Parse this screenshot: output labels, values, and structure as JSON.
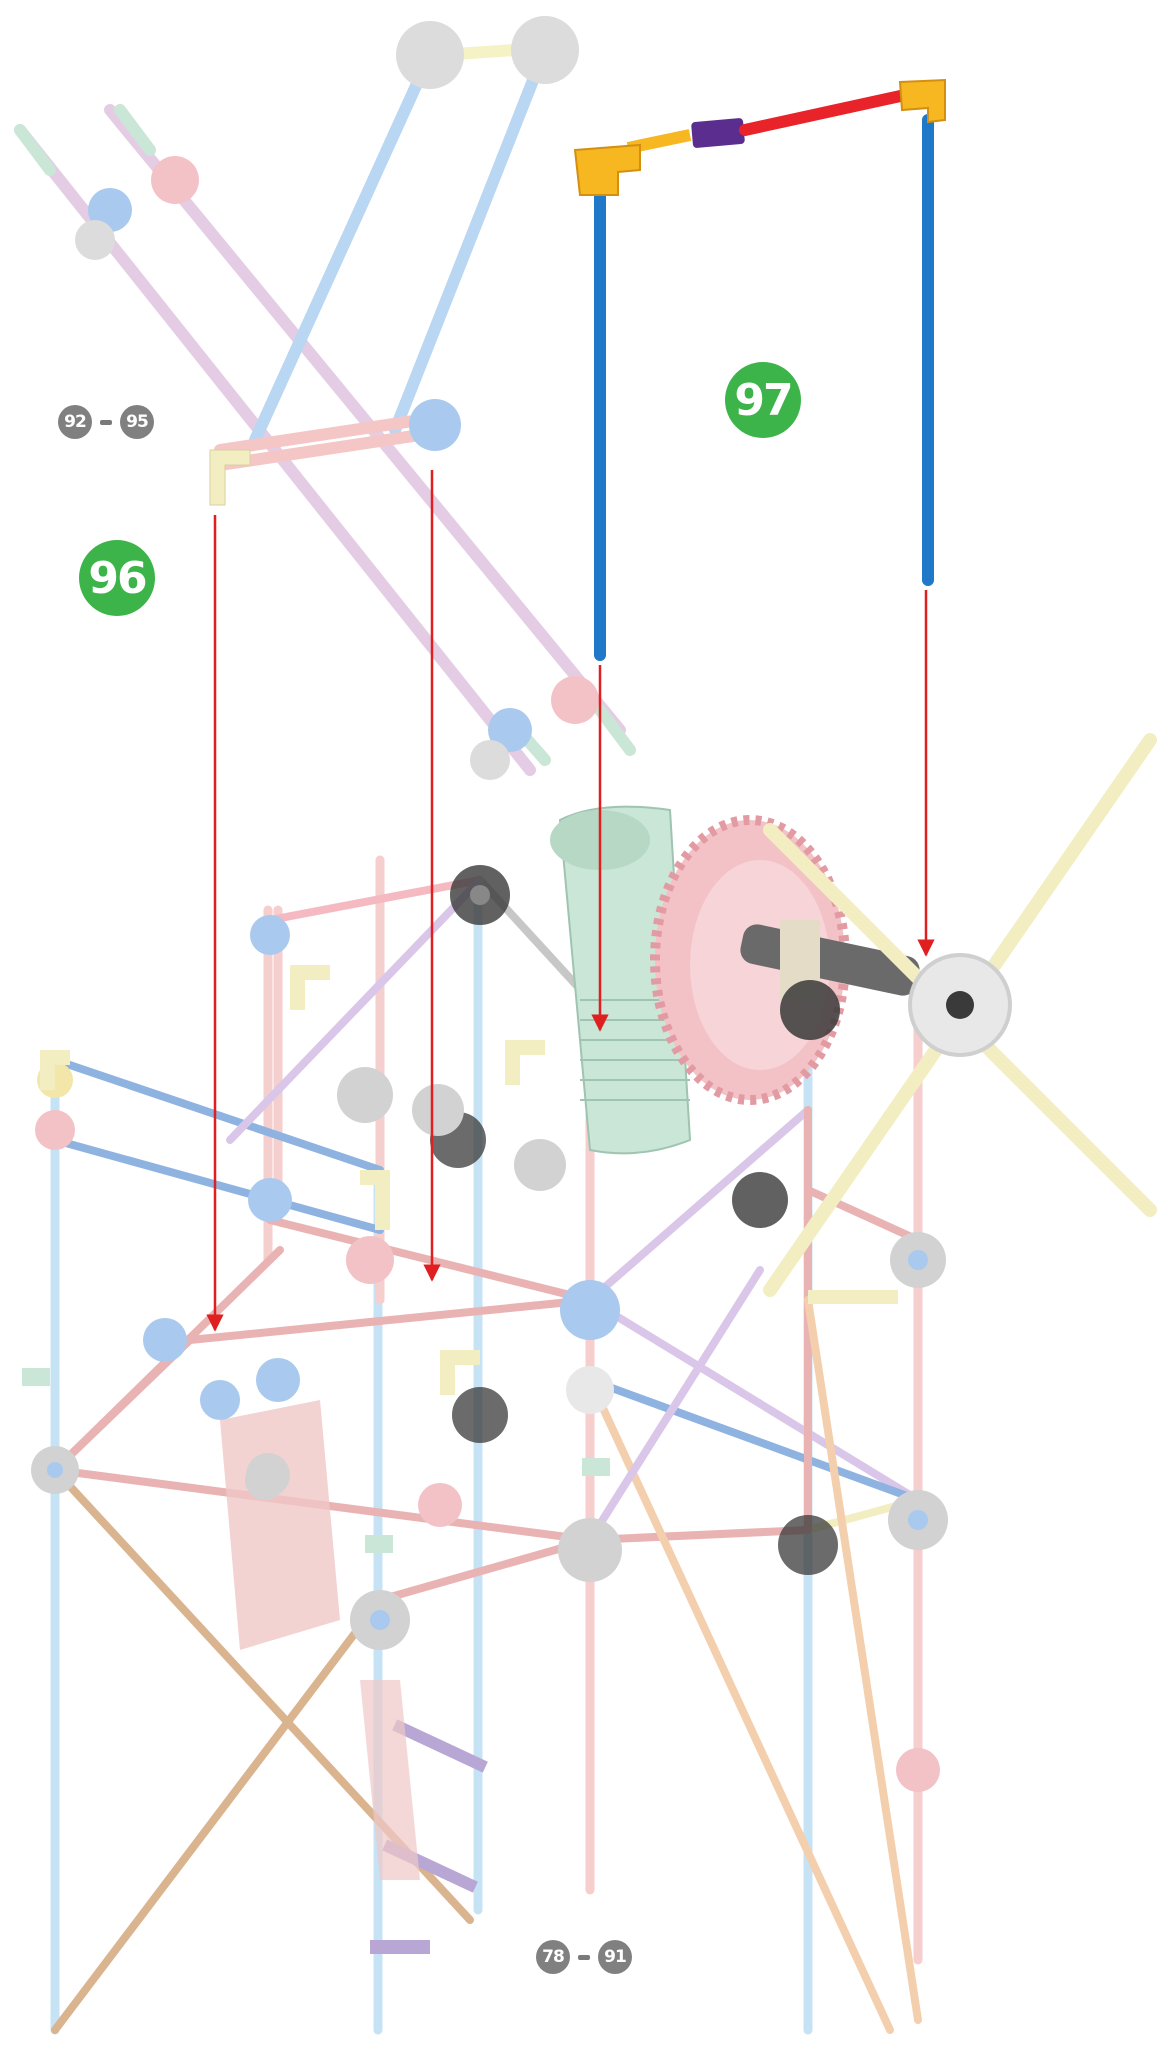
{
  "steps": {
    "current_a": "96",
    "current_b": "97",
    "prev_top": {
      "from": "92",
      "to": "95"
    },
    "prev_bottom": {
      "from": "78",
      "to": "91"
    }
  },
  "colors": {
    "step_badge": "#3cb44a",
    "ref_badge": "#808080",
    "arrow": "#e02020",
    "rod_blue": "#1f78c8",
    "rod_red": "#e8232a",
    "connector_yellow": "#f6b721",
    "connector_purple": "#5b2d8e",
    "gear_green": "#c9e6d6",
    "gear_pink": "#f3c2c6"
  },
  "icons": [
    "connector-hub-icon",
    "gear-icon",
    "rod-icon",
    "motor-icon"
  ]
}
